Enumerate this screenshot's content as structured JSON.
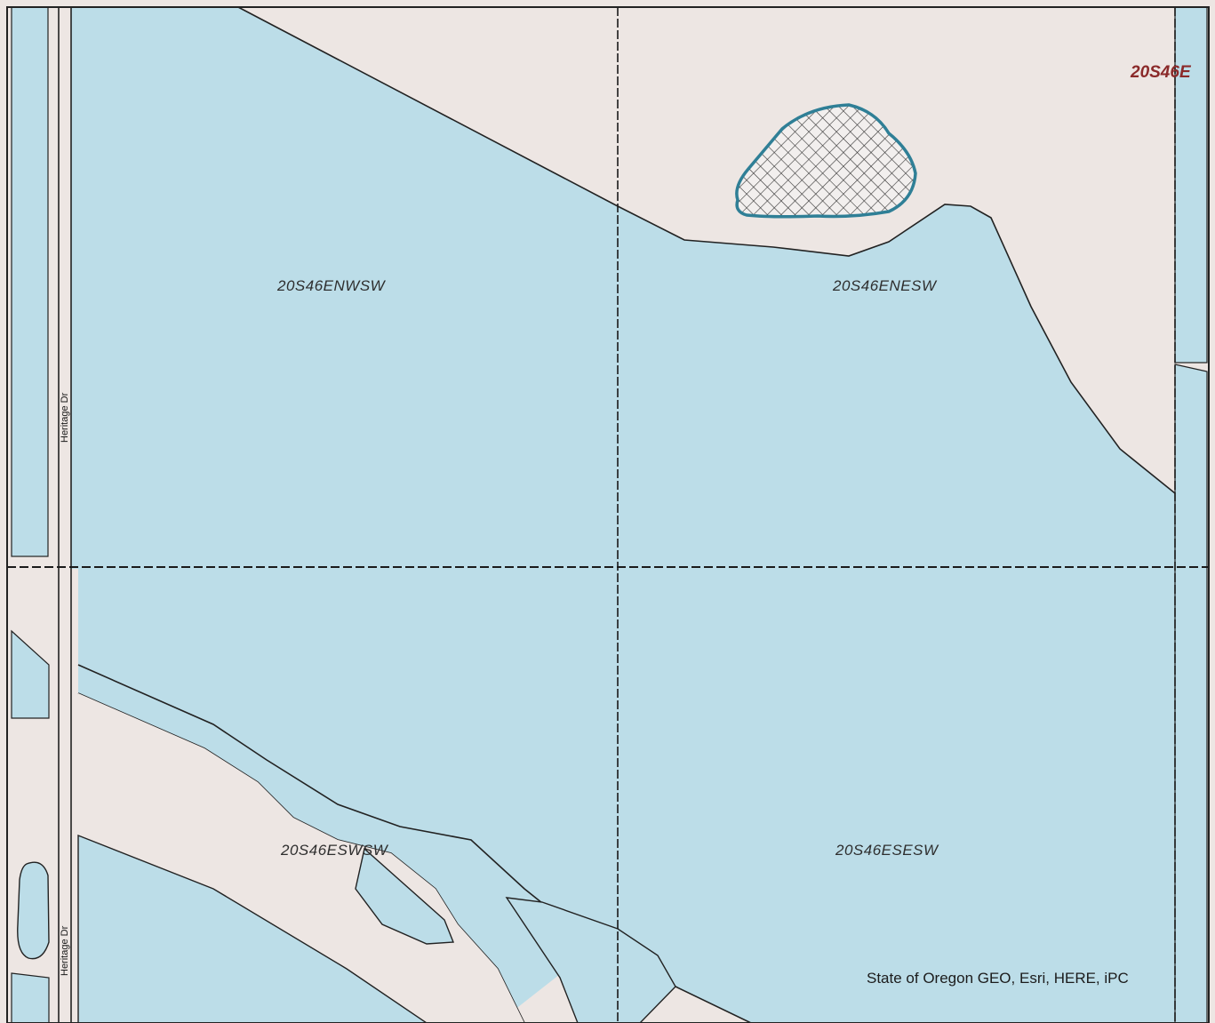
{
  "map": {
    "colors": {
      "background": "#ede6e3",
      "water": "#bcdde8",
      "hatch_outline": "#2f7f96",
      "section_line": "#1a1a1a",
      "township_label": "#8b2a2a"
    },
    "section_labels": {
      "nw": "20S46ENWSW",
      "ne": "20S46ENESW",
      "sw": "20S46ESWSW",
      "se": "20S46ESESW"
    },
    "township_label": "20S46E",
    "road_labels": {
      "upper": "Heritage Dr",
      "lower": "Heritage Dr"
    },
    "attribution": "State of Oregon GEO, Esri, HERE, iPC",
    "icons": {
      "hatched_feature": "crosshatch-polygon-icon"
    }
  }
}
